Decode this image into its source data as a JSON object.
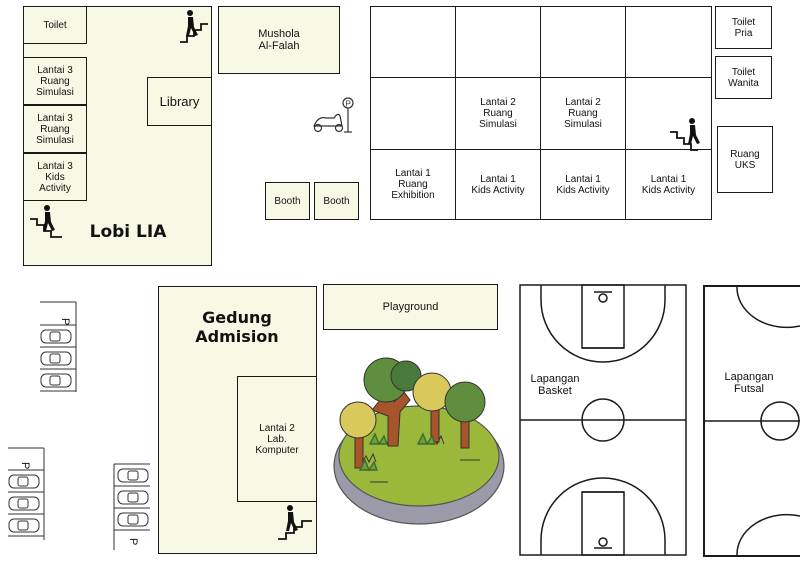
{
  "labels": {
    "toilet": "Toilet",
    "lantai3_ruang_simulasi_a": "Lantai 3\nRuang\nSimulasi",
    "lantai3_ruang_simulasi_b": "Lantai 3\nRuang\nSimulasi",
    "lantai3_kids_activity": "Lantai 3\nKids\nActivity",
    "library": "Library",
    "lobi_lia": "Lobi LIA",
    "mushola": "Mushola\nAl-Falah",
    "booth_a": "Booth",
    "booth_b": "Booth",
    "lantai2_ruang_simulasi_a": "Lantai 2\nRuang\nSimulasi",
    "lantai2_ruang_simulasi_b": "Lantai 2\nRuang\nSimulasi",
    "lantai1_ruang_exhibition": "Lantai 1\nRuang\nExhibition",
    "lantai1_kids_activity_a": "Lantai 1\nKids Activity",
    "lantai1_kids_activity_b": "Lantai 1\nKids Activity",
    "lantai1_kids_activity_c": "Lantai 1\nKids Activity",
    "toilet_pria": "Toilet\nPria",
    "toilet_wanita": "Toilet\nWanita",
    "ruang_uks": "Ruang\nUKS",
    "gedung_admision": "Gedung\nAdmision",
    "lantai2_lab_komputer": "Lantai 2\nLab.\nKomputer",
    "playground": "Playground",
    "lapangan_basket": "Lapangan\nBasket",
    "lapangan_futsal": "Lapangan\nFutsal",
    "parking_sign": "P"
  },
  "colors": {
    "room_fill": "#f8f9e4",
    "line": "#1a1a1a",
    "grass": "#9cb83a",
    "path": "#9a9aa8",
    "tree_trunk": "#a8542a"
  },
  "icons": [
    "stairs-icon",
    "motorcycle-parking-icon",
    "car-icon",
    "parking-sign-icon",
    "tree-icon"
  ]
}
